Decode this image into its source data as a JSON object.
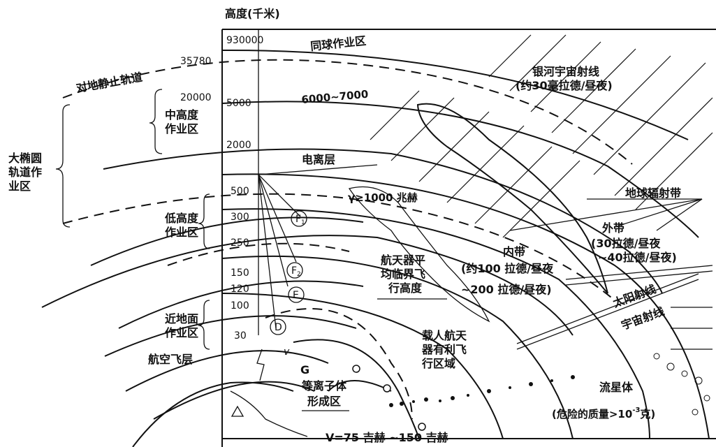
{
  "axis_title": "高度(千米)",
  "altitude_ticks": [
    {
      "id": "930000",
      "label": "930000"
    },
    {
      "id": "35780",
      "label": "35780"
    },
    {
      "id": "20000",
      "label": "20000"
    },
    {
      "id": "5000",
      "label": "5000"
    },
    {
      "id": "2000",
      "label": "2000"
    },
    {
      "id": "500",
      "label": "500"
    },
    {
      "id": "300",
      "label": "300"
    },
    {
      "id": "250",
      "label": "250"
    },
    {
      "id": "150",
      "label": "150"
    },
    {
      "id": "120",
      "label": "120"
    },
    {
      "id": "100",
      "label": "100"
    },
    {
      "id": "30",
      "label": "30"
    }
  ],
  "zones": {
    "geosync_zone": "同球作业区",
    "geostationary_orbit": "对地静止轨道",
    "mid_altitude": [
      "中高度",
      "作业区"
    ],
    "large_ellipse": [
      "大椭圆",
      "轨道作",
      "业区"
    ],
    "low_altitude": [
      "低高度",
      "作业区"
    ],
    "near_surface": [
      "近地面",
      "作业区"
    ],
    "aviation_layer": "航空飞层"
  },
  "labels": {
    "range_6000_7000": "6000~7000",
    "galactic_rays": [
      "银河宇宙射线",
      "(约30毫拉德/昼夜)"
    ],
    "ionosphere": "电离层",
    "gamma": "γ≥1000 兆赫",
    "earth_radiation_belt": "地球辐射带",
    "outer_belt": [
      "外带",
      "(30拉德/昼夜",
      "~40拉德/昼夜)"
    ],
    "inner_belt": [
      "内带",
      "(约100 拉德/昼夜",
      "~200 拉德/昼夜)"
    ],
    "critical_height": [
      "航天器平",
      "均临界飞",
      "行高度"
    ],
    "manned_zone": [
      "载人航天",
      "器有利飞",
      "行区域"
    ],
    "solar_rays": "太阳射线",
    "cosmic_rays": "宇宙射线",
    "meteoroid": [
      "流星体",
      "(危险的质量>10",
      "-3",
      "克)"
    ],
    "plasma": [
      "等离子体",
      "形成区"
    ],
    "frequency": "V=75 吉赫 ~150 吉赫",
    "layer_F1": "F",
    "layer_F1_sub": "1",
    "layer_F2": "F",
    "layer_F2_sub": "2",
    "layer_E": "E",
    "layer_D": "D",
    "G": "G",
    "v": "v"
  }
}
